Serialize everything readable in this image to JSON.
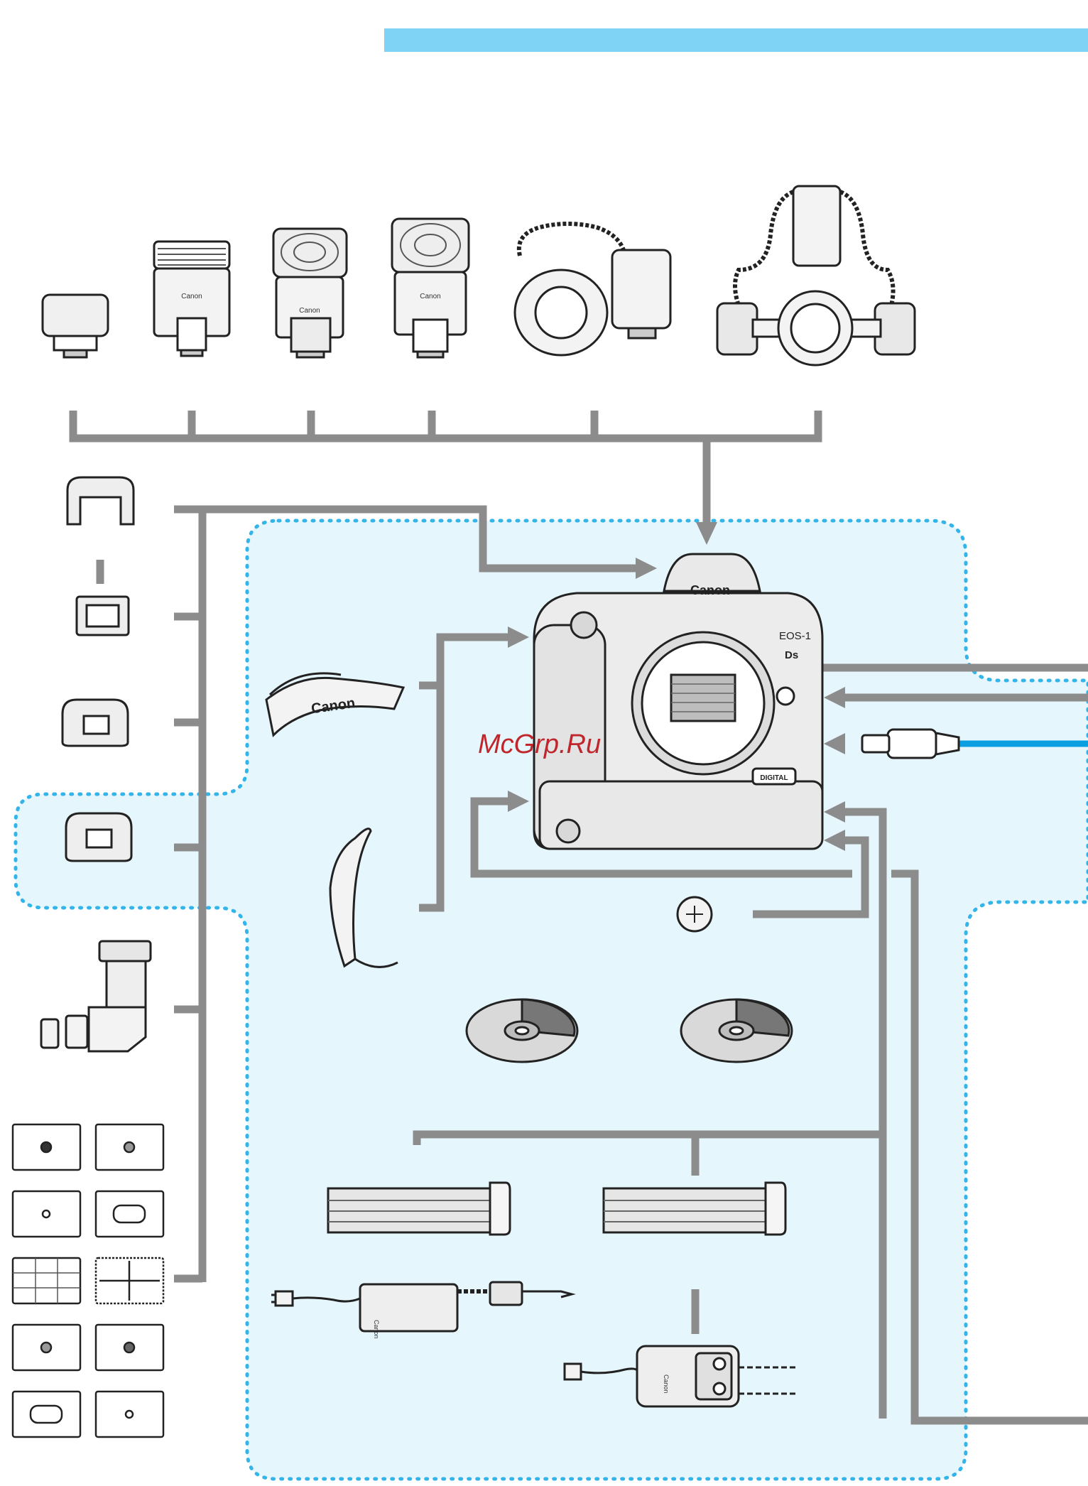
{
  "header": {
    "title": "",
    "bar_color": "#7fd3f5"
  },
  "colors": {
    "connector": "#8c8c8c",
    "included_zone_fill": "#e6f6fd",
    "included_zone_border": "#33b5ea",
    "usb_cable": "#0a9fe0",
    "watermark": "#c0272d",
    "outline": "#222222",
    "panel": "#e6e6e6"
  },
  "camera": {
    "brand": "Canon",
    "model_badge": "EOS-1",
    "model_badge_sub": "Ds",
    "grip_badge": "DIGITAL"
  },
  "accessories": {
    "strap_brand": "Canon",
    "flash_brand": "Canon",
    "charger_brand": "Canon"
  },
  "watermark": {
    "text": "McGrp.Ru"
  }
}
